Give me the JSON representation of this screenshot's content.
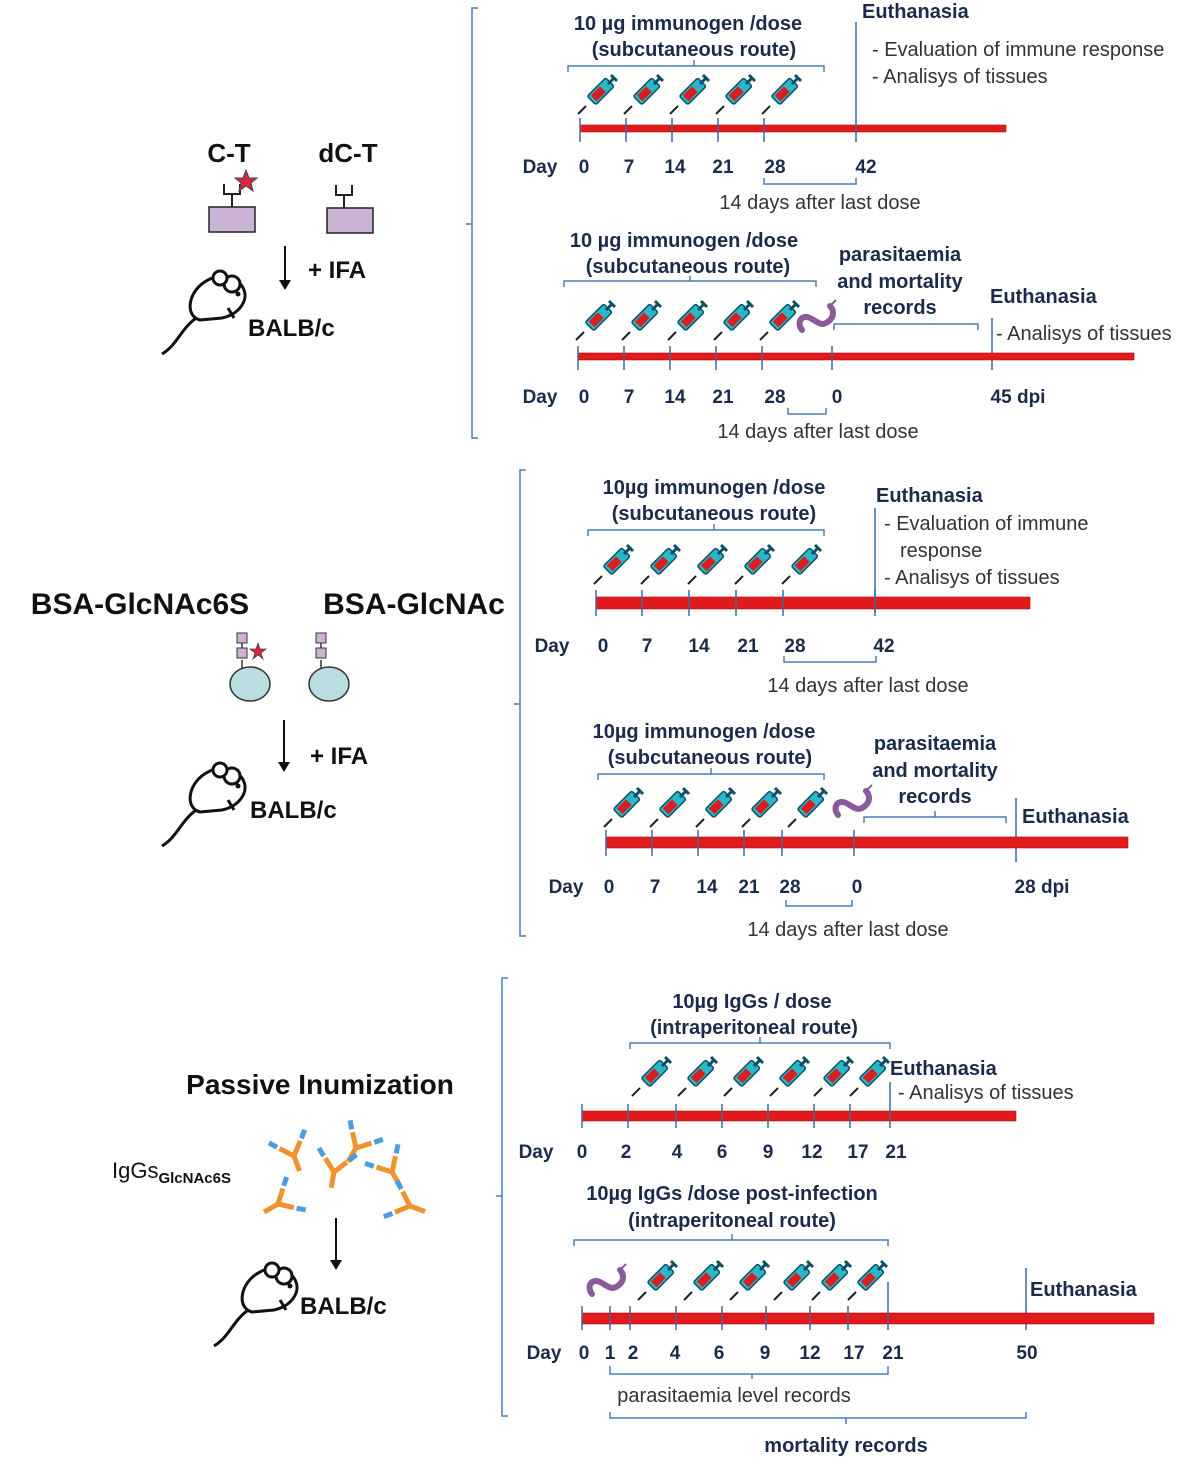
{
  "colors": {
    "timeline": "#e31a1c",
    "timeline_edge": "#a80f12",
    "bracket": "#4a7fb5",
    "tick": "#3d6a9a",
    "text_dark": "#1c2b4a",
    "text_gray": "#333333",
    "construct_fill": "#cbb3d6",
    "bead_fill": "#b9dde0",
    "star": "#d7263d",
    "antibody_orange": "#f0922d",
    "antibody_blue": "#4a9de0",
    "syringe_body": "#2ab8c7",
    "syringe_fill": "#d81e1e",
    "parasite": "#8a5a9c"
  },
  "common": {
    "day_label": "Day",
    "ifa_label": "+ IFA",
    "mouse_label": "BALB/c",
    "euthanasia": "Euthanasia",
    "route_sc": "(subcutaneous route)",
    "route_ip": "(intraperitoneal route)",
    "after_last_dose": "14 days after last dose",
    "parasitaemia_mortality": [
      "parasitaemia",
      "and mortality",
      "records"
    ],
    "icons": [
      "syringe-icon",
      "parasite-icon",
      "mouse-icon",
      "antibody-icon"
    ]
  },
  "panel1": {
    "construct_a": "C-T",
    "construct_b": "dC-T",
    "dose_a": "10 µg  immunogen /dose",
    "dose_b": "10 µg immunogen /dose",
    "notes_a": [
      "- Evaluation of immune response",
      "- Analisys of tissues"
    ],
    "note_b": "- Analisys of tissues",
    "days_a": [
      "0",
      "7",
      "14",
      "21",
      "28",
      "42"
    ],
    "days_b": [
      "0",
      "7",
      "14",
      "21",
      "28",
      "0",
      "45 dpi"
    ]
  },
  "panel2": {
    "construct_a": "BSA-GlcNAc6S",
    "construct_b": "BSA-GlcNAc",
    "dose": "10µg immunogen /dose",
    "notes_a": [
      "- Evaluation of immune",
      "response",
      "- Analisys of tissues"
    ],
    "days_a": [
      "0",
      "7",
      "14",
      "21",
      "28",
      "42"
    ],
    "days_b": [
      "0",
      "7",
      "14",
      "21",
      "28",
      "0",
      "28 dpi"
    ]
  },
  "panel3": {
    "title": "Passive Inumization",
    "igg_main": "IgGs",
    "igg_sub": "GlcNAc6S",
    "dose_a": "10µg IgGs / dose",
    "dose_b": "10µg IgGs /dose post-infection",
    "note_a": "- Analisys of tissues",
    "days_a": [
      "0",
      "2",
      "4",
      "6",
      "9",
      "12",
      "17",
      "21"
    ],
    "days_b": [
      "0",
      "1",
      "2",
      "4",
      "6",
      "9",
      "12",
      "17",
      "21",
      "50"
    ],
    "parasitaemia_level": "parasitaemia level records",
    "mortality": "mortality records"
  }
}
